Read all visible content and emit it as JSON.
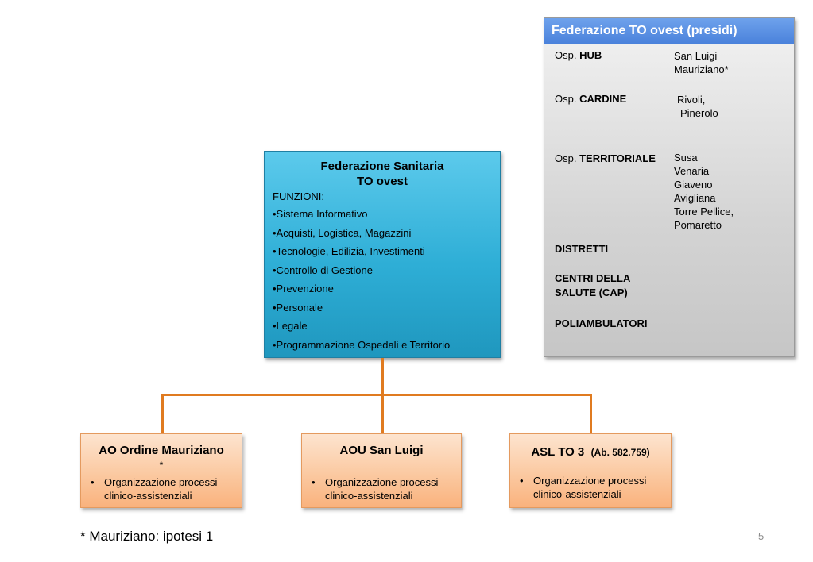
{
  "presidi": {
    "title": "Federazione  TO ovest  (presidi)",
    "rows": [
      {
        "prefix": "Osp. ",
        "label": "HUB",
        "values": [
          "San Luigi",
          "Mauriziano*"
        ]
      },
      {
        "prefix": "Osp. ",
        "label": "CARDINE",
        "values": [
          "Rivoli,",
          "Pinerolo"
        ]
      },
      {
        "prefix": "Osp. ",
        "label": "TERRITORIALE",
        "values": [
          "Susa",
          "Venaria",
          "Giaveno",
          "Avigliana",
          "Torre Pellice,",
          "Pomaretto"
        ]
      }
    ],
    "other": [
      "DISTRETTI",
      "CENTRI DELLA",
      "SALUTE (CAP)",
      "POLIAMBULATORI"
    ]
  },
  "central": {
    "title_line1": "Federazione Sanitaria",
    "title_line2": "TO ovest",
    "functions_label": "FUNZIONI:",
    "functions": [
      "•Sistema Informativo",
      "•Acquisti, Logistica, Magazzini",
      "•Tecnologie, Edilizia, Investimenti",
      "•Controllo di Gestione",
      "•Prevenzione",
      "•Personale",
      "•Legale",
      "•Programmazione Ospedali e Territorio"
    ]
  },
  "orgs": [
    {
      "title": "AO  Ordine Mauriziano",
      "star": "*",
      "bullet": "•",
      "item_line1": "Organizzazione processi",
      "item_line2": "clinico-assistenziali"
    },
    {
      "title": "AOU  San Luigi",
      "bullet": "•",
      "item_line1": "Organizzazione processi",
      "item_line2": "clinico-assistenziali"
    },
    {
      "title": "ASL TO 3",
      "subtitle": "(Ab. 582.759)",
      "bullet": "•",
      "item_line1": "Organizzazione processi",
      "item_line2": "clinico-assistenziali"
    }
  ],
  "footnote": "* Mauriziano: ipotesi 1",
  "page_number": "5",
  "colors": {
    "connector": "#e07b20",
    "central_fill": "#2eaed6",
    "presidi_header": "#4a82db",
    "org_fill": "#fbc9a1"
  }
}
